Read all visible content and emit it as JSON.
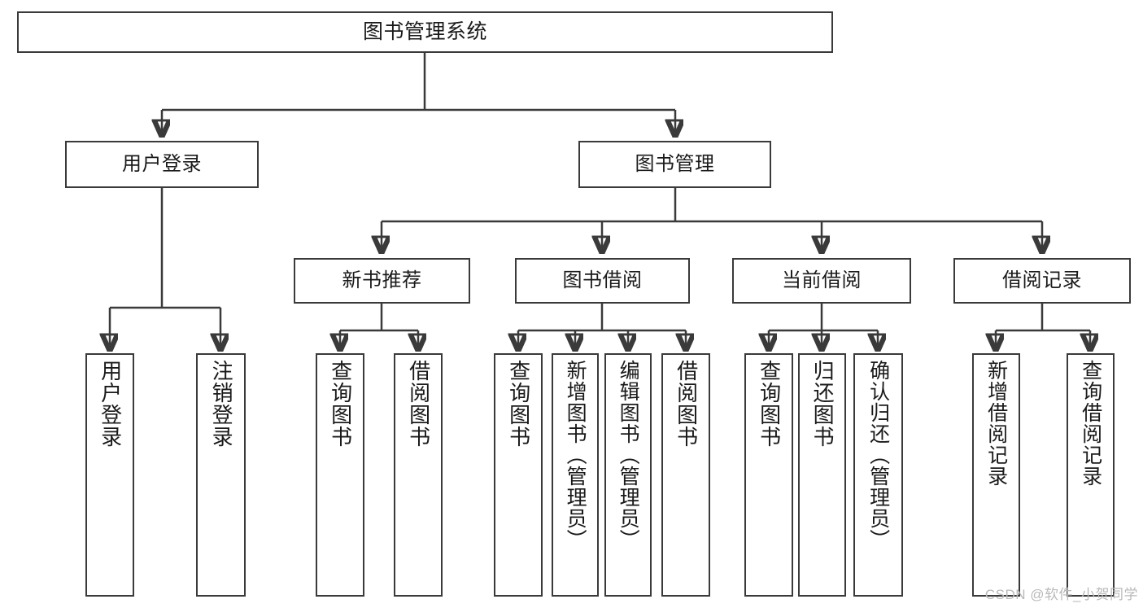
{
  "diagram": {
    "type": "tree-hierarchy",
    "title": "图书管理系统",
    "watermark": "CSDN @软件_小贺同学",
    "colors": {
      "stroke": "#3a3a3a",
      "background": "#ffffff",
      "text": "#1a1a1a",
      "watermark": "#b9b9b9"
    },
    "levels": {
      "root": {
        "label": "图书管理系统"
      },
      "level1": [
        {
          "id": "user-login",
          "label": "用户登录"
        },
        {
          "id": "book-manage",
          "label": "图书管理"
        }
      ],
      "level2": [
        {
          "id": "new-book-recommend",
          "label": "新书推荐",
          "parent": "book-manage"
        },
        {
          "id": "book-borrow",
          "label": "图书借阅",
          "parent": "book-manage"
        },
        {
          "id": "current-borrow",
          "label": "当前借阅",
          "parent": "book-manage"
        },
        {
          "id": "borrow-record",
          "label": "借阅记录",
          "parent": "book-manage"
        }
      ],
      "leaves": [
        {
          "id": "leaf-user-login",
          "label": "用户登录",
          "parent": "user-login"
        },
        {
          "id": "leaf-logout-login",
          "label": "注销登录",
          "parent": "user-login"
        },
        {
          "id": "leaf-query-book-1",
          "label": "查询图书",
          "parent": "new-book-recommend"
        },
        {
          "id": "leaf-borrow-book-1",
          "label": "借阅图书",
          "parent": "new-book-recommend"
        },
        {
          "id": "leaf-query-book-2",
          "label": "查询图书",
          "parent": "book-borrow"
        },
        {
          "id": "leaf-add-book",
          "label": "新增图书（管理员）",
          "parent": "book-borrow"
        },
        {
          "id": "leaf-edit-book",
          "label": "编辑图书（管理员）",
          "parent": "book-borrow"
        },
        {
          "id": "leaf-borrow-book-2",
          "label": "借阅图书",
          "parent": "book-borrow"
        },
        {
          "id": "leaf-query-book-3",
          "label": "查询图书",
          "parent": "current-borrow"
        },
        {
          "id": "leaf-return-book",
          "label": "归还图书",
          "parent": "current-borrow"
        },
        {
          "id": "leaf-confirm-return",
          "label": "确认归还（管理员）",
          "parent": "current-borrow"
        },
        {
          "id": "leaf-add-record",
          "label": "新增借阅记录",
          "parent": "borrow-record"
        },
        {
          "id": "leaf-query-record",
          "label": "查询借阅记录",
          "parent": "borrow-record"
        }
      ]
    }
  }
}
